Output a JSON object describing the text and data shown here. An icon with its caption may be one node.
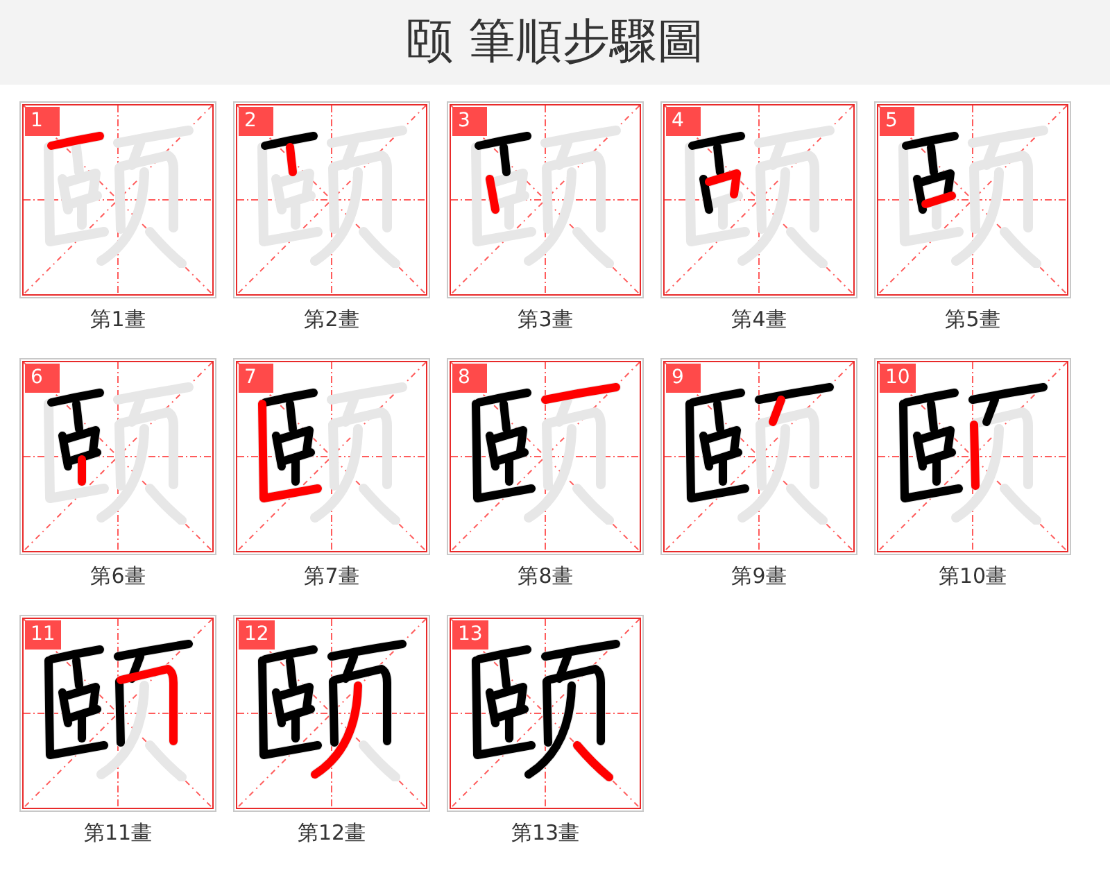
{
  "diagram": {
    "title": "颐 筆順步驟圖",
    "nodes": [
      {
        "text": [
          "1"
        ],
        "beside": [
          "第1畫"
        ]
      },
      {
        "text": [
          "2"
        ],
        "beside": [
          "第2畫"
        ]
      },
      {
        "text": [
          "3"
        ],
        "beside": [
          "第3畫"
        ]
      },
      {
        "text": [
          "4"
        ],
        "beside": [
          "第4畫"
        ]
      },
      {
        "text": [
          "5"
        ],
        "beside": [
          "第5畫"
        ]
      },
      {
        "text": [
          "6"
        ],
        "beside": [
          "第6畫"
        ]
      },
      {
        "text": [
          "7"
        ],
        "beside": [
          "第7畫"
        ]
      },
      {
        "text": [
          "8"
        ],
        "beside": [
          "第8畫"
        ]
      },
      {
        "text": [
          "9"
        ],
        "beside": [
          "第9畫"
        ]
      },
      {
        "text": [
          "10"
        ],
        "beside": [
          "第10畫"
        ]
      },
      {
        "text": [
          "11"
        ],
        "beside": [
          "第11畫"
        ]
      },
      {
        "text": [
          "12"
        ],
        "beside": [
          "第12畫"
        ]
      },
      {
        "text": [
          "13"
        ],
        "beside": [
          "第13畫"
        ]
      }
    ]
  }
}
